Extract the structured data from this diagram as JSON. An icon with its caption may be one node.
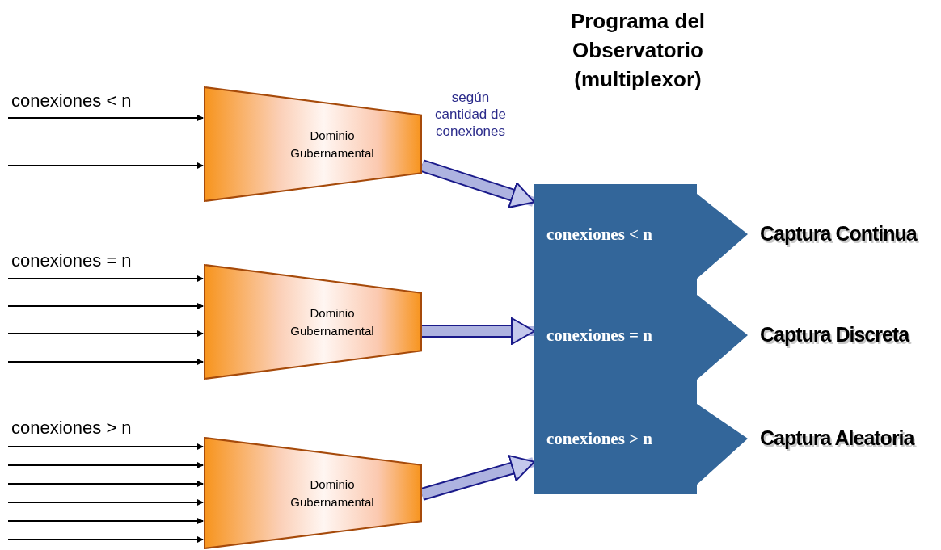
{
  "diagram": {
    "nodes": [
      {
        "text": [
          "Dominio Gubernamental"
        ]
      },
      {
        "text": [
          "Dominio Gubernamental"
        ]
      },
      {
        "text": [
          "Dominio Gubernamental"
        ]
      },
      {
        "text": [
          "Programa del Observatorio (multiplexor)"
        ]
      },
      {
        "text": [
          "conexiones < n"
        ],
        "in": 3,
        "beside": [
          "Captura Continua"
        ]
      },
      {
        "text": [
          "conexiones = n"
        ],
        "in": 3,
        "beside": [
          "Captura Discreta"
        ]
      },
      {
        "text": [
          "conexiones > n"
        ],
        "in": 3,
        "beside": [
          "Captura Aleatoria"
        ]
      }
    ],
    "edges": [
      {
        "from": null,
        "to": 0,
        "arrow": "to"
      },
      {
        "from": null,
        "to": 0,
        "arrow": "to"
      },
      {
        "from": null,
        "to": 1,
        "arrow": "to"
      },
      {
        "from": null,
        "to": 1,
        "arrow": "to"
      },
      {
        "from": null,
        "to": 1,
        "arrow": "to"
      },
      {
        "from": null,
        "to": 1,
        "arrow": "to"
      },
      {
        "from": null,
        "to": 2,
        "arrow": "to"
      },
      {
        "from": null,
        "to": 2,
        "arrow": "to"
      },
      {
        "from": null,
        "to": 2,
        "arrow": "to"
      },
      {
        "from": null,
        "to": 2,
        "arrow": "to"
      },
      {
        "from": null,
        "to": 2,
        "arrow": "to"
      },
      {
        "from": null,
        "to": 2,
        "arrow": "to"
      },
      {
        "from": 0,
        "to": 4,
        "arrow": "to",
        "label": "según cantidad de conexiones",
        "style": "thick",
        "color": "#aeb3e0"
      },
      {
        "from": 1,
        "to": 5,
        "arrow": "to",
        "style": "thick",
        "color": "#aeb3e0"
      },
      {
        "from": 2,
        "to": 6,
        "arrow": "to",
        "style": "thick",
        "color": "#aeb3e0"
      }
    ],
    "labels": [
      "conexiones < n",
      "conexiones = n",
      "conexiones > n"
    ]
  }
}
